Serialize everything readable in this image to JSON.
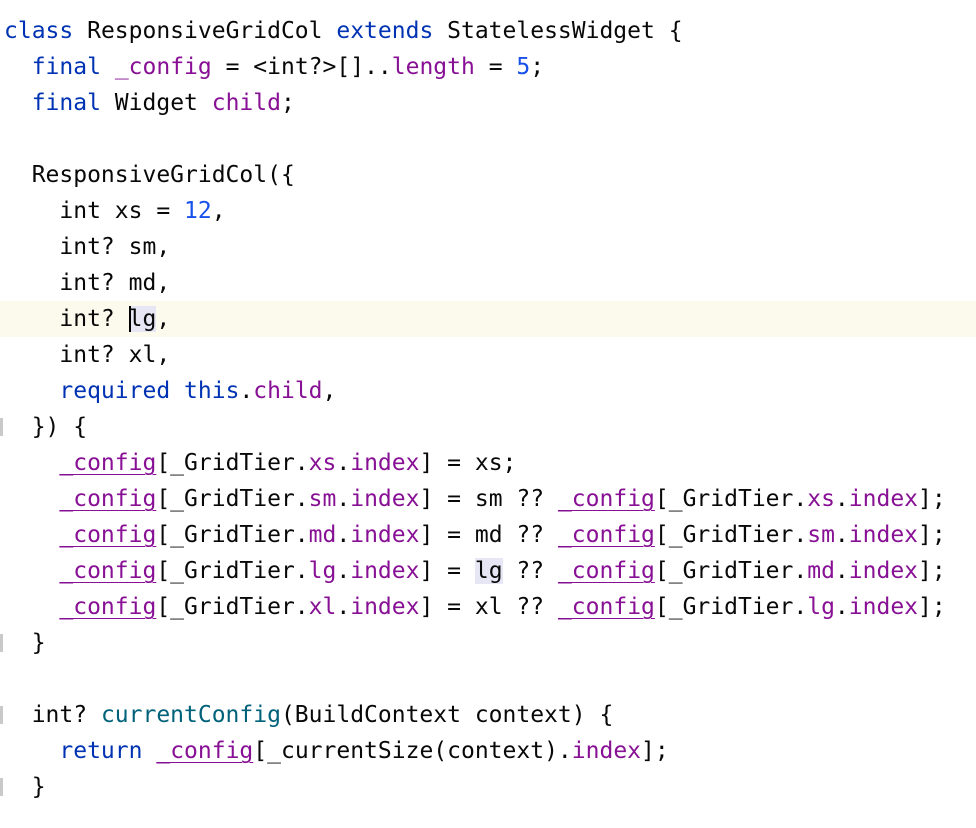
{
  "editor": {
    "current_line": 8,
    "lines": [
      {
        "gutter": false,
        "tokens": [
          {
            "t": "class",
            "c": "kw"
          },
          {
            "t": " ResponsiveGridCol ",
            "c": "pm"
          },
          {
            "t": "extends",
            "c": "kw"
          },
          {
            "t": " StatelessWidget {",
            "c": "pm"
          }
        ]
      },
      {
        "gutter": false,
        "tokens": [
          {
            "t": "  ",
            "c": "pm"
          },
          {
            "t": "final",
            "c": "kw"
          },
          {
            "t": " ",
            "c": "pm"
          },
          {
            "t": "_config",
            "c": "fld"
          },
          {
            "t": " = <int?>[]..",
            "c": "pm"
          },
          {
            "t": "length",
            "c": "fld"
          },
          {
            "t": " = ",
            "c": "pm"
          },
          {
            "t": "5",
            "c": "num"
          },
          {
            "t": ";",
            "c": "pm"
          }
        ]
      },
      {
        "gutter": false,
        "tokens": [
          {
            "t": "  ",
            "c": "pm"
          },
          {
            "t": "final",
            "c": "kw"
          },
          {
            "t": " Widget ",
            "c": "pm"
          },
          {
            "t": "child",
            "c": "fld"
          },
          {
            "t": ";",
            "c": "pm"
          }
        ]
      },
      {
        "gutter": false,
        "tokens": []
      },
      {
        "gutter": false,
        "tokens": [
          {
            "t": "  ResponsiveGridCol({",
            "c": "pm"
          }
        ]
      },
      {
        "gutter": false,
        "tokens": [
          {
            "t": "    int xs = ",
            "c": "pm"
          },
          {
            "t": "12",
            "c": "num"
          },
          {
            "t": ",",
            "c": "pm"
          }
        ]
      },
      {
        "gutter": false,
        "tokens": [
          {
            "t": "    int? sm,",
            "c": "pm"
          }
        ]
      },
      {
        "gutter": false,
        "tokens": [
          {
            "t": "    int? md,",
            "c": "pm"
          }
        ]
      },
      {
        "gutter": false,
        "tokens": [
          {
            "t": "    int? ",
            "c": "pm"
          },
          {
            "t": "",
            "c": "caret"
          },
          {
            "t": "lg",
            "c": "pm hl"
          },
          {
            "t": ",",
            "c": "pm"
          }
        ]
      },
      {
        "gutter": false,
        "tokens": [
          {
            "t": "    int? xl,",
            "c": "pm"
          }
        ]
      },
      {
        "gutter": false,
        "tokens": [
          {
            "t": "    ",
            "c": "pm"
          },
          {
            "t": "required",
            "c": "kw"
          },
          {
            "t": " ",
            "c": "pm"
          },
          {
            "t": "this",
            "c": "kw"
          },
          {
            "t": ".",
            "c": "pm"
          },
          {
            "t": "child",
            "c": "fld"
          },
          {
            "t": ",",
            "c": "pm"
          }
        ]
      },
      {
        "gutter": true,
        "tokens": [
          {
            "t": "  }) {",
            "c": "pm"
          }
        ]
      },
      {
        "gutter": false,
        "tokens": [
          {
            "t": "    ",
            "c": "pm"
          },
          {
            "t": "_config",
            "c": "fld ul"
          },
          {
            "t": "[_GridTier.",
            "c": "pm"
          },
          {
            "t": "xs",
            "c": "fld"
          },
          {
            "t": ".",
            "c": "pm"
          },
          {
            "t": "index",
            "c": "fld"
          },
          {
            "t": "] = xs;",
            "c": "pm"
          }
        ]
      },
      {
        "gutter": false,
        "tokens": [
          {
            "t": "    ",
            "c": "pm"
          },
          {
            "t": "_config",
            "c": "fld ul"
          },
          {
            "t": "[_GridTier.",
            "c": "pm"
          },
          {
            "t": "sm",
            "c": "fld"
          },
          {
            "t": ".",
            "c": "pm"
          },
          {
            "t": "index",
            "c": "fld"
          },
          {
            "t": "] = sm ?? ",
            "c": "pm"
          },
          {
            "t": "_config",
            "c": "fld ul"
          },
          {
            "t": "[_GridTier.",
            "c": "pm"
          },
          {
            "t": "xs",
            "c": "fld"
          },
          {
            "t": ".",
            "c": "pm"
          },
          {
            "t": "index",
            "c": "fld"
          },
          {
            "t": "];",
            "c": "pm"
          }
        ]
      },
      {
        "gutter": false,
        "tokens": [
          {
            "t": "    ",
            "c": "pm"
          },
          {
            "t": "_config",
            "c": "fld ul"
          },
          {
            "t": "[_GridTier.",
            "c": "pm"
          },
          {
            "t": "md",
            "c": "fld"
          },
          {
            "t": ".",
            "c": "pm"
          },
          {
            "t": "index",
            "c": "fld"
          },
          {
            "t": "] = md ?? ",
            "c": "pm"
          },
          {
            "t": "_config",
            "c": "fld ul"
          },
          {
            "t": "[_GridTier.",
            "c": "pm"
          },
          {
            "t": "sm",
            "c": "fld"
          },
          {
            "t": ".",
            "c": "pm"
          },
          {
            "t": "index",
            "c": "fld"
          },
          {
            "t": "];",
            "c": "pm"
          }
        ]
      },
      {
        "gutter": false,
        "tokens": [
          {
            "t": "    ",
            "c": "pm"
          },
          {
            "t": "_config",
            "c": "fld ul"
          },
          {
            "t": "[_GridTier.",
            "c": "pm"
          },
          {
            "t": "lg",
            "c": "fld"
          },
          {
            "t": ".",
            "c": "pm"
          },
          {
            "t": "index",
            "c": "fld"
          },
          {
            "t": "] = ",
            "c": "pm"
          },
          {
            "t": "lg",
            "c": "pm hl"
          },
          {
            "t": " ?? ",
            "c": "pm"
          },
          {
            "t": "_config",
            "c": "fld ul"
          },
          {
            "t": "[_GridTier.",
            "c": "pm"
          },
          {
            "t": "md",
            "c": "fld"
          },
          {
            "t": ".",
            "c": "pm"
          },
          {
            "t": "index",
            "c": "fld"
          },
          {
            "t": "];",
            "c": "pm"
          }
        ]
      },
      {
        "gutter": false,
        "tokens": [
          {
            "t": "    ",
            "c": "pm"
          },
          {
            "t": "_config",
            "c": "fld ul"
          },
          {
            "t": "[_GridTier.",
            "c": "pm"
          },
          {
            "t": "xl",
            "c": "fld"
          },
          {
            "t": ".",
            "c": "pm"
          },
          {
            "t": "index",
            "c": "fld"
          },
          {
            "t": "] = xl ?? ",
            "c": "pm"
          },
          {
            "t": "_config",
            "c": "fld ul"
          },
          {
            "t": "[_GridTier.",
            "c": "pm"
          },
          {
            "t": "lg",
            "c": "fld"
          },
          {
            "t": ".",
            "c": "pm"
          },
          {
            "t": "index",
            "c": "fld"
          },
          {
            "t": "];",
            "c": "pm"
          }
        ]
      },
      {
        "gutter": true,
        "tokens": [
          {
            "t": "  }",
            "c": "pm"
          }
        ]
      },
      {
        "gutter": false,
        "tokens": []
      },
      {
        "gutter": true,
        "tokens": [
          {
            "t": "  int? ",
            "c": "pm"
          },
          {
            "t": "currentConfig",
            "c": "fn"
          },
          {
            "t": "(BuildContext context) {",
            "c": "pm"
          }
        ]
      },
      {
        "gutter": false,
        "tokens": [
          {
            "t": "    ",
            "c": "pm"
          },
          {
            "t": "return",
            "c": "kw"
          },
          {
            "t": " ",
            "c": "pm"
          },
          {
            "t": "_config",
            "c": "fld ul"
          },
          {
            "t": "[_currentSize(context).",
            "c": "pm"
          },
          {
            "t": "index",
            "c": "fld"
          },
          {
            "t": "];",
            "c": "pm"
          }
        ]
      },
      {
        "gutter": true,
        "tokens": [
          {
            "t": "  }",
            "c": "pm"
          }
        ]
      }
    ]
  }
}
